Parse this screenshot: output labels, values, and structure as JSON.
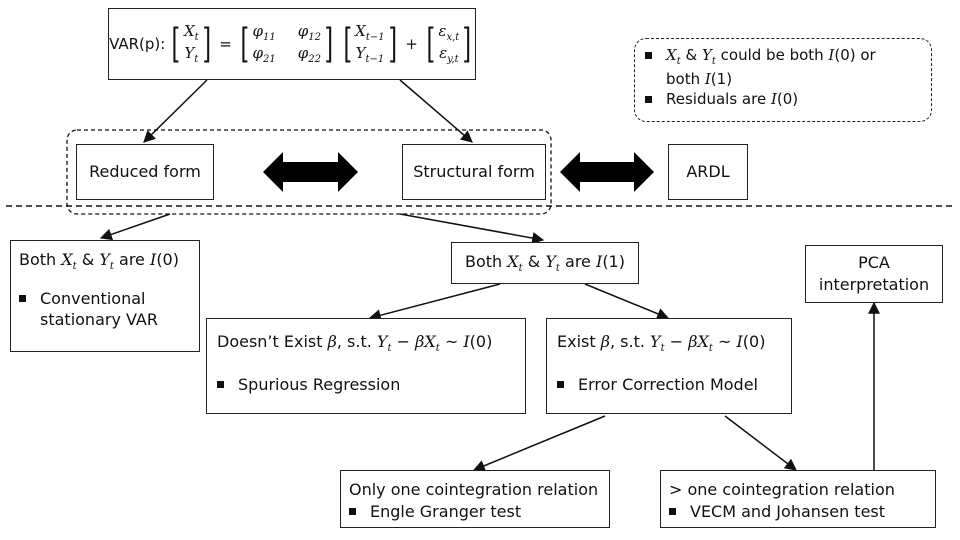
{
  "var_box": {
    "label": "VAR(p):",
    "lhs": [
      "X",
      "Y"
    ],
    "lhs_sub": [
      "t",
      "t"
    ],
    "eq": "=",
    "phi": [
      "φ",
      "φ",
      "φ",
      "φ"
    ],
    "phi_sub": [
      "11",
      "12",
      "21",
      "22"
    ],
    "lag": [
      "X",
      "Y"
    ],
    "lag_sub": [
      "t−1",
      "t−1"
    ],
    "plus": "+",
    "eps": [
      "ε",
      "ε"
    ],
    "eps_sub": [
      "x,t",
      "y,t"
    ]
  },
  "note_box": {
    "line1_a": "X",
    "line1_a_sub": "t",
    "line1_b": " & ",
    "line1_c": "Y",
    "line1_c_sub": "t",
    "line1_d": " could be both ",
    "line1_e": "I",
    "line1_f": "(0)",
    "line1_g": " or",
    "line2_a": "both ",
    "line2_b": "I",
    "line2_c": "(1)",
    "line3_a": "Residuals are ",
    "line3_b": "I",
    "line3_c": "(0)"
  },
  "forms": {
    "reduced": "Reduced form",
    "structural": "Structural form",
    "ardl": "ARDL"
  },
  "i0_box": {
    "a": "Both ",
    "x": "X",
    "x_sub": "t",
    "amp": " & ",
    "y": "Y",
    "y_sub": "t",
    "are": " are ",
    "i": "I",
    "i_val": "(0)",
    "bullet": "Conventional stationary VAR"
  },
  "i1_box": {
    "a": "Both ",
    "x": "X",
    "x_sub": "t",
    "amp": " & ",
    "y": "Y",
    "y_sub": "t",
    "are": " are ",
    "i": "I",
    "i_val": "(1)"
  },
  "no_coint": {
    "a": "Doesn’t Exist ",
    "beta": "β",
    "st": ", s.t. ",
    "y": "Y",
    "y_sub": "t",
    "minus": " − ",
    "beta2": "β",
    "x": "X",
    "x_sub": "t",
    "sim": " ~ ",
    "i": "I",
    "i_val": "(0)",
    "bullet": "Spurious Regression"
  },
  "coint": {
    "a": "Exist ",
    "beta": "β",
    "st": ", s.t. ",
    "y": "Y",
    "y_sub": "t",
    "minus": " − ",
    "beta2": "β",
    "x": "X",
    "x_sub": "t",
    "sim": " ~ ",
    "i": "I",
    "i_val": "(0)",
    "bullet": "Error Correction Model"
  },
  "pca": {
    "line1": "PCA",
    "line2": "interpretation"
  },
  "one_rel": {
    "title": "Only one cointegration relation",
    "bullet": "Engle Granger test"
  },
  "multi_rel": {
    "title": "> one cointegration relation",
    "bullet": "VECM and Johansen test"
  }
}
